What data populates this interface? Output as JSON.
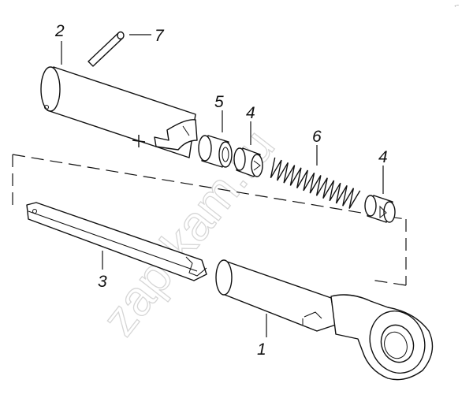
{
  "labels": {
    "p1": "1",
    "p2": "2",
    "p3": "3",
    "p4a": "4",
    "p4b": "4",
    "p5": "5",
    "p6": "6",
    "p7": "7"
  },
  "watermark": "zap-kam.ru",
  "corner_mark": "ᐩ˜"
}
